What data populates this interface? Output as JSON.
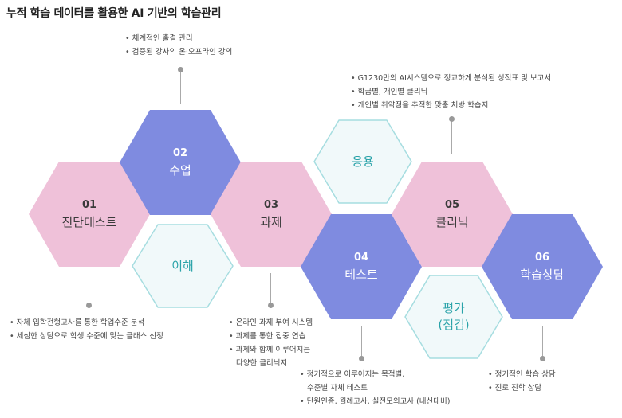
{
  "title": "누적 학습 데이터를 활용한 AI 기반의 학습관리",
  "steps": [
    {
      "num": "01",
      "label": "진단테스트"
    },
    {
      "num": "02",
      "label": "수업"
    },
    {
      "num": "03",
      "label": "과제"
    },
    {
      "num": "04",
      "label": "테스트"
    },
    {
      "num": "05",
      "label": "클리닉"
    },
    {
      "num": "06",
      "label": "학습상담"
    }
  ],
  "phases": {
    "understand": "이해",
    "apply": "응용",
    "evaluate_1": "평가",
    "evaluate_2": "(점검)"
  },
  "notes": {
    "s01": [
      "자체 입학전형고사를 통한 학업수준 분석",
      "세심한 상담으로 학생 수준에 맞는 클래스 선정"
    ],
    "s02": [
      "체계적인 출결 관리",
      "검증된 강사의 온·오프라인 강의"
    ],
    "s03": [
      "온라인 과제 부여 시스템",
      "과제를 통한 집중 연습",
      "과제와 함께 이루어지는",
      "다양한 클리닉지"
    ],
    "s04": [
      "정기적으로 이루어지는 목적별,",
      "수준별 자체 테스트",
      "단원인증, 월례고사, 실전모의고사 (내신대비)"
    ],
    "s05": [
      "G1230만의 AI시스템으로 정교하게 분석된 성적표 및 보고서",
      "학급별, 개인별 클리닉",
      "개인별 취약점을 추적한 맞춤 처방 학습지"
    ],
    "s06": [
      "정기적인 학습 상담",
      "진로 진학 상담"
    ]
  },
  "colors": {
    "pink": "#efc1d9",
    "blue": "#7f8be0",
    "outline": "#a6dde0",
    "outline_fill": "#f1f9fa",
    "teal_text": "#2aa3a9"
  }
}
